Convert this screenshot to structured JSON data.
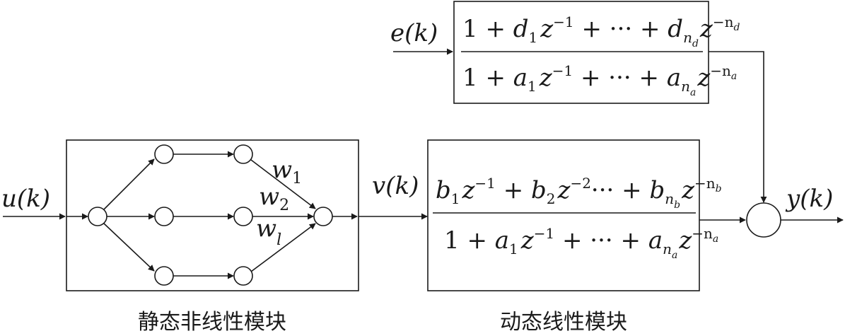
{
  "inputs": {
    "u": "u(k)",
    "e": "e(k)"
  },
  "signals": {
    "v": "v(k)",
    "y": "y(k)"
  },
  "weights": {
    "w1": {
      "base": "w",
      "sub": "1"
    },
    "w2": {
      "base": "w",
      "sub": "2"
    },
    "wl": {
      "base": "w",
      "sub": "l"
    }
  },
  "noise_filter": {
    "numerator": {
      "lead": "1 + ",
      "c1": "d",
      "c1_sub": "1",
      "z1": "z",
      "z1_exp": "−1",
      "mid": " + ··· + ",
      "cn": "d",
      "cn_sub": "n",
      "cn_subsub": "d",
      "zn": "z",
      "zn_exp": "−n",
      "zn_expsub": "d"
    },
    "denominator": {
      "lead": "1 + ",
      "c1": "a",
      "c1_sub": "1",
      "z1": "z",
      "z1_exp": "−1",
      "mid": " + ··· + ",
      "cn": "a",
      "cn_sub": "n",
      "cn_subsub": "a",
      "zn": "z",
      "zn_exp": "−n",
      "zn_expsub": "a"
    }
  },
  "linear_block": {
    "numerator": {
      "c1": "b",
      "c1_sub": "1",
      "z1": "z",
      "z1_exp": "−1",
      "plus": " + ",
      "c2": "b",
      "c2_sub": "2",
      "z2": "z",
      "z2_exp": "−2",
      "dots": "··· + ",
      "cn": "b",
      "cn_sub": "n",
      "cn_subsub": "b",
      "zn": "z",
      "zn_exp": "−n",
      "zn_expsub": "b"
    },
    "denominator": {
      "lead": "1 + ",
      "c1": "a",
      "c1_sub": "1",
      "z1": "z",
      "z1_exp": "−1",
      "mid": " + ··· + ",
      "cn": "a",
      "cn_sub": "n",
      "cn_subsub": "a",
      "zn": "z",
      "zn_exp": "−n",
      "zn_expsub": "a"
    }
  },
  "captions": {
    "static_block": "静态非线性模块",
    "dynamic_block": "动态线性模块"
  },
  "colors": {
    "ink": "#1a1a1a",
    "background": "#ffffff"
  }
}
